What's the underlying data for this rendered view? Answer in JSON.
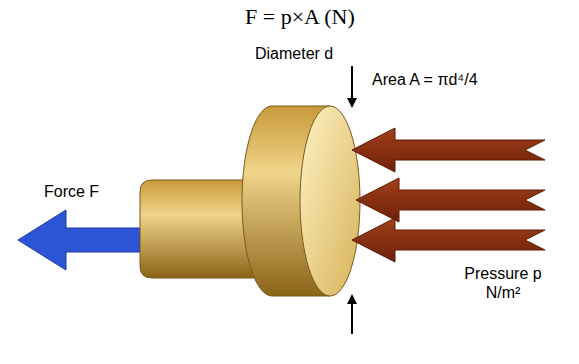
{
  "diagram": {
    "title": "F = p×A (N)",
    "labels": [
      "Diameter d",
      "Area A = πd⁴/4",
      "Force F",
      "Pressure p N/m²"
    ]
  }
}
